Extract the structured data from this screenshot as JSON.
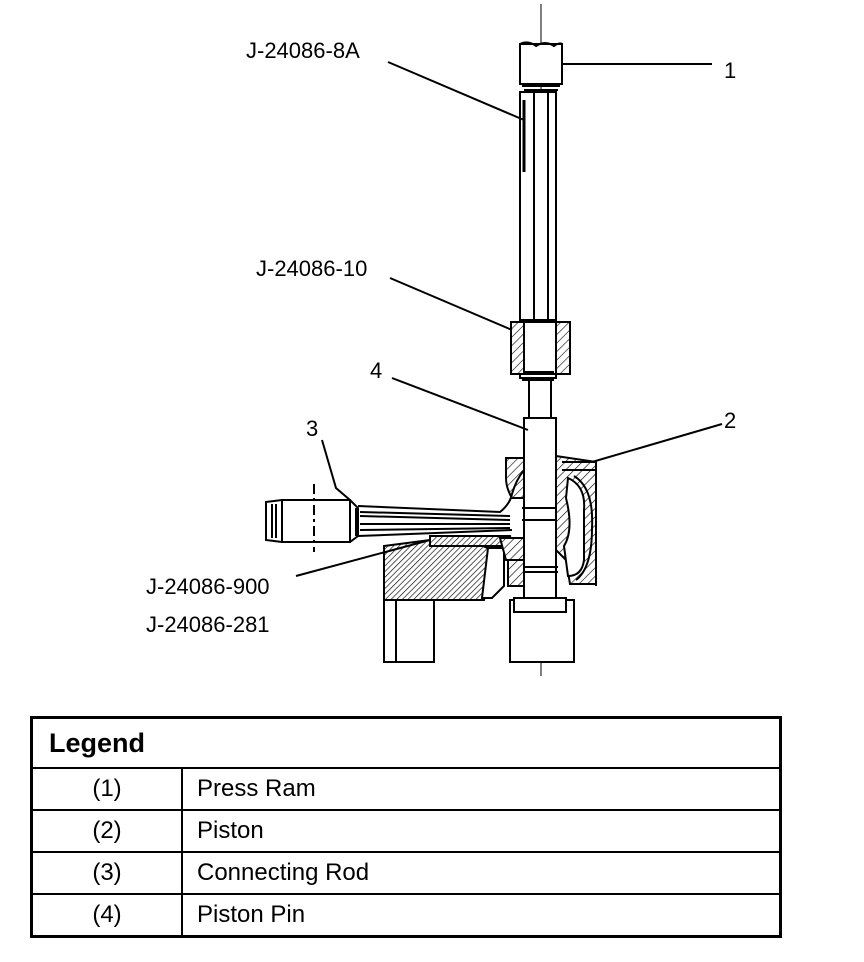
{
  "callouts": {
    "c1": "1",
    "c2": "2",
    "c3": "3",
    "c4": "4"
  },
  "tools": {
    "t1": "J-24086-8A",
    "t2": "J-24086-10",
    "t3": "J-24086-900",
    "t4": "J-24086-281"
  },
  "legend": {
    "title": "Legend",
    "rows": [
      {
        "code": "(1)",
        "desc": "Press Ram"
      },
      {
        "code": "(2)",
        "desc": "Piston"
      },
      {
        "code": "(3)",
        "desc": "Connecting Rod"
      },
      {
        "code": "(4)",
        "desc": "Piston Pin"
      }
    ]
  }
}
